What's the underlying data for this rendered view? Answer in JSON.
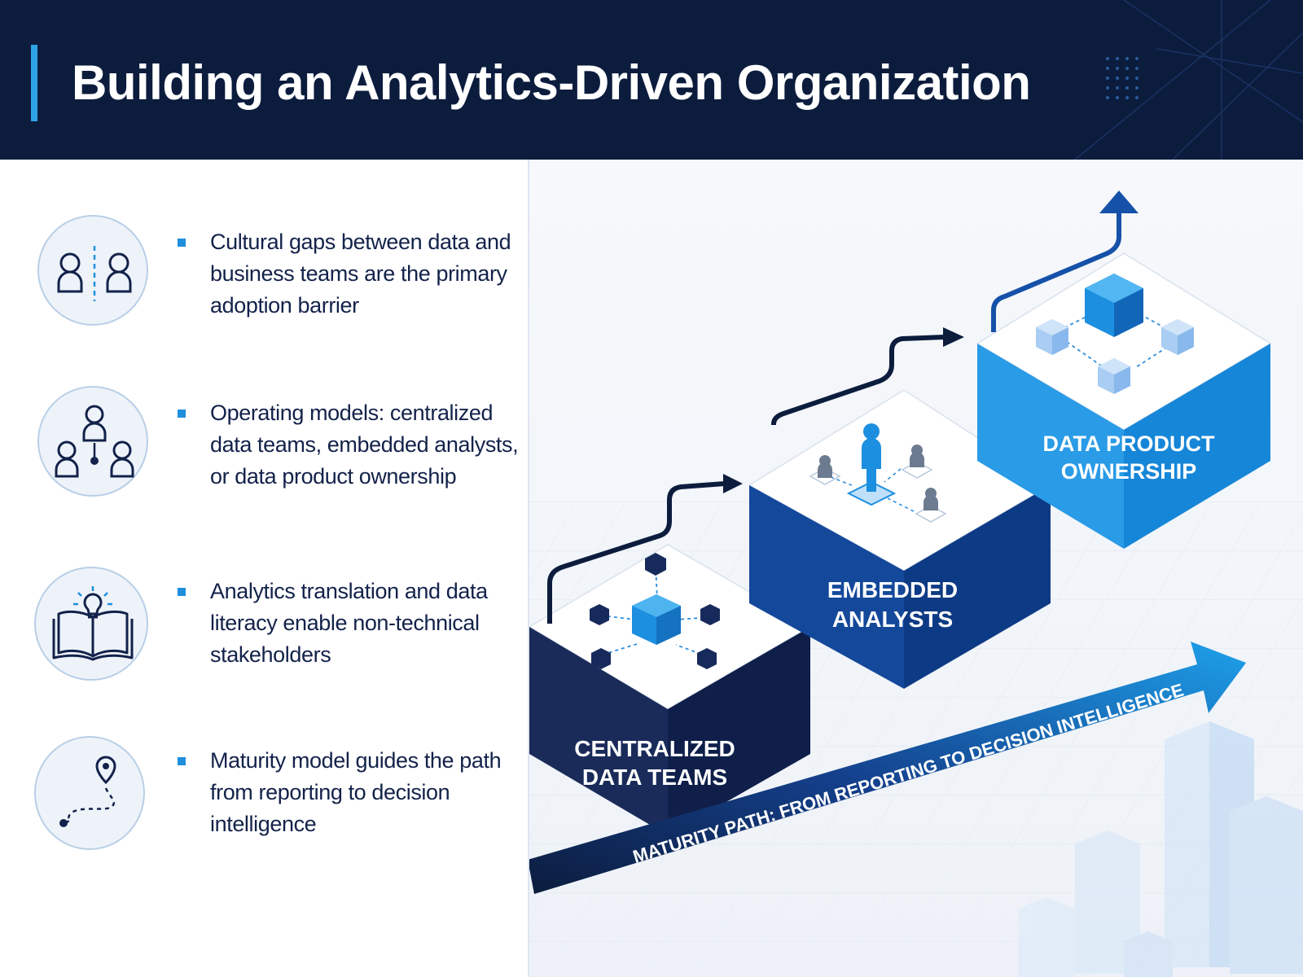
{
  "header": {
    "title": "Building an Analytics-Driven Organization"
  },
  "bullets": [
    {
      "icon": "people-divided-icon",
      "text": "Cultural gaps between data and business teams are the primary adoption barrier"
    },
    {
      "icon": "org-network-icon",
      "text": "Operating models: centralized data teams, embedded analysts, or data product ownership"
    },
    {
      "icon": "book-lightbulb-icon",
      "text": "Analytics translation and data literacy enable non-technical stakeholders"
    },
    {
      "icon": "route-pin-icon",
      "text": "Maturity model guides the path from reporting to decision intelligence"
    }
  ],
  "stages": [
    {
      "line1": "CENTRALIZED",
      "line2": "DATA TEAMS",
      "color": "#14285c"
    },
    {
      "line1": "EMBEDDED",
      "line2": "ANALYSTS",
      "color": "#0f4aa3"
    },
    {
      "line1": "DATA PRODUCT",
      "line2": "OWNERSHIP",
      "color": "#1c8fe0"
    }
  ],
  "maturity_path": {
    "label": "MATURITY PATH: FROM REPORTING TO DECISION INTELLIGENCE"
  },
  "colors": {
    "navy": "#0c1c3d",
    "accent": "#2ea3e8",
    "text": "#13224a"
  }
}
